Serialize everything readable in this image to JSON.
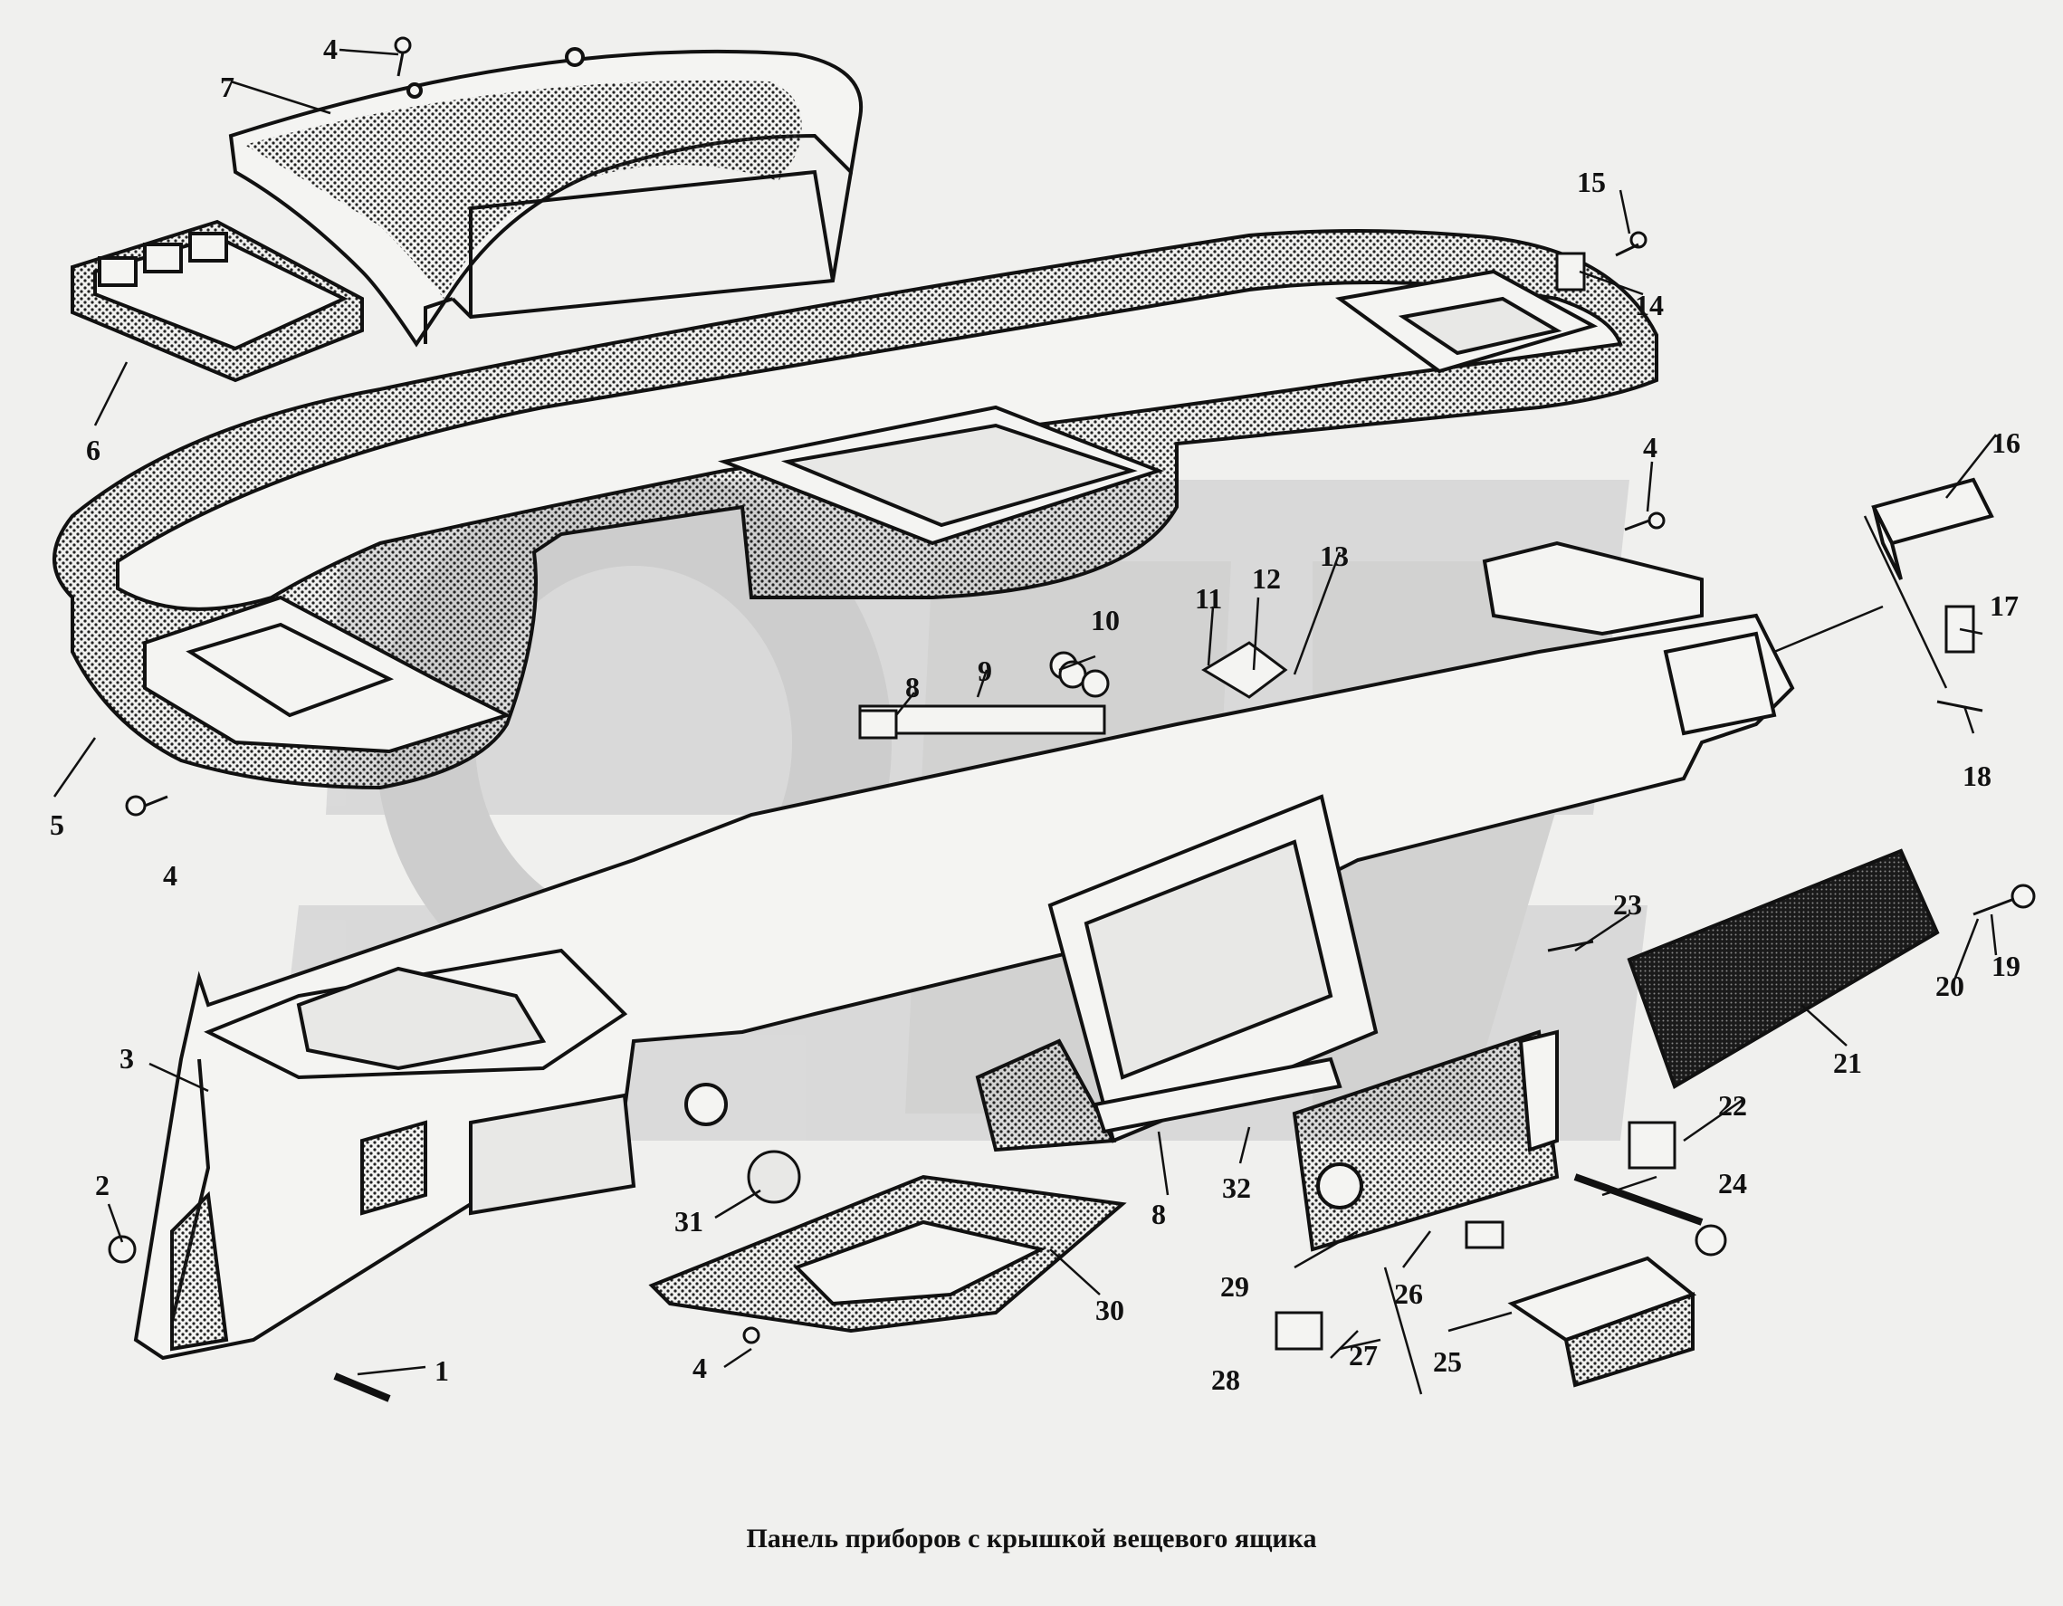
{
  "caption": "Панель приборов с крышкой  вещевого ящика",
  "watermark": {
    "text": "OPT",
    "color": "#cfcfcf"
  },
  "colors": {
    "ink": "#111111",
    "paper": "#f0f0ee",
    "watermark": "#cfcfcf",
    "shade": "#2a2a2a"
  },
  "callouts": [
    "1",
    "2",
    "3",
    "4",
    "5",
    "6",
    "7",
    "8",
    "9",
    "10",
    "11",
    "12",
    "13",
    "14",
    "15",
    "16",
    "17",
    "18",
    "19",
    "20",
    "21",
    "22",
    "23",
    "24",
    "25",
    "26",
    "27",
    "28",
    "29",
    "30",
    "31",
    "32"
  ]
}
